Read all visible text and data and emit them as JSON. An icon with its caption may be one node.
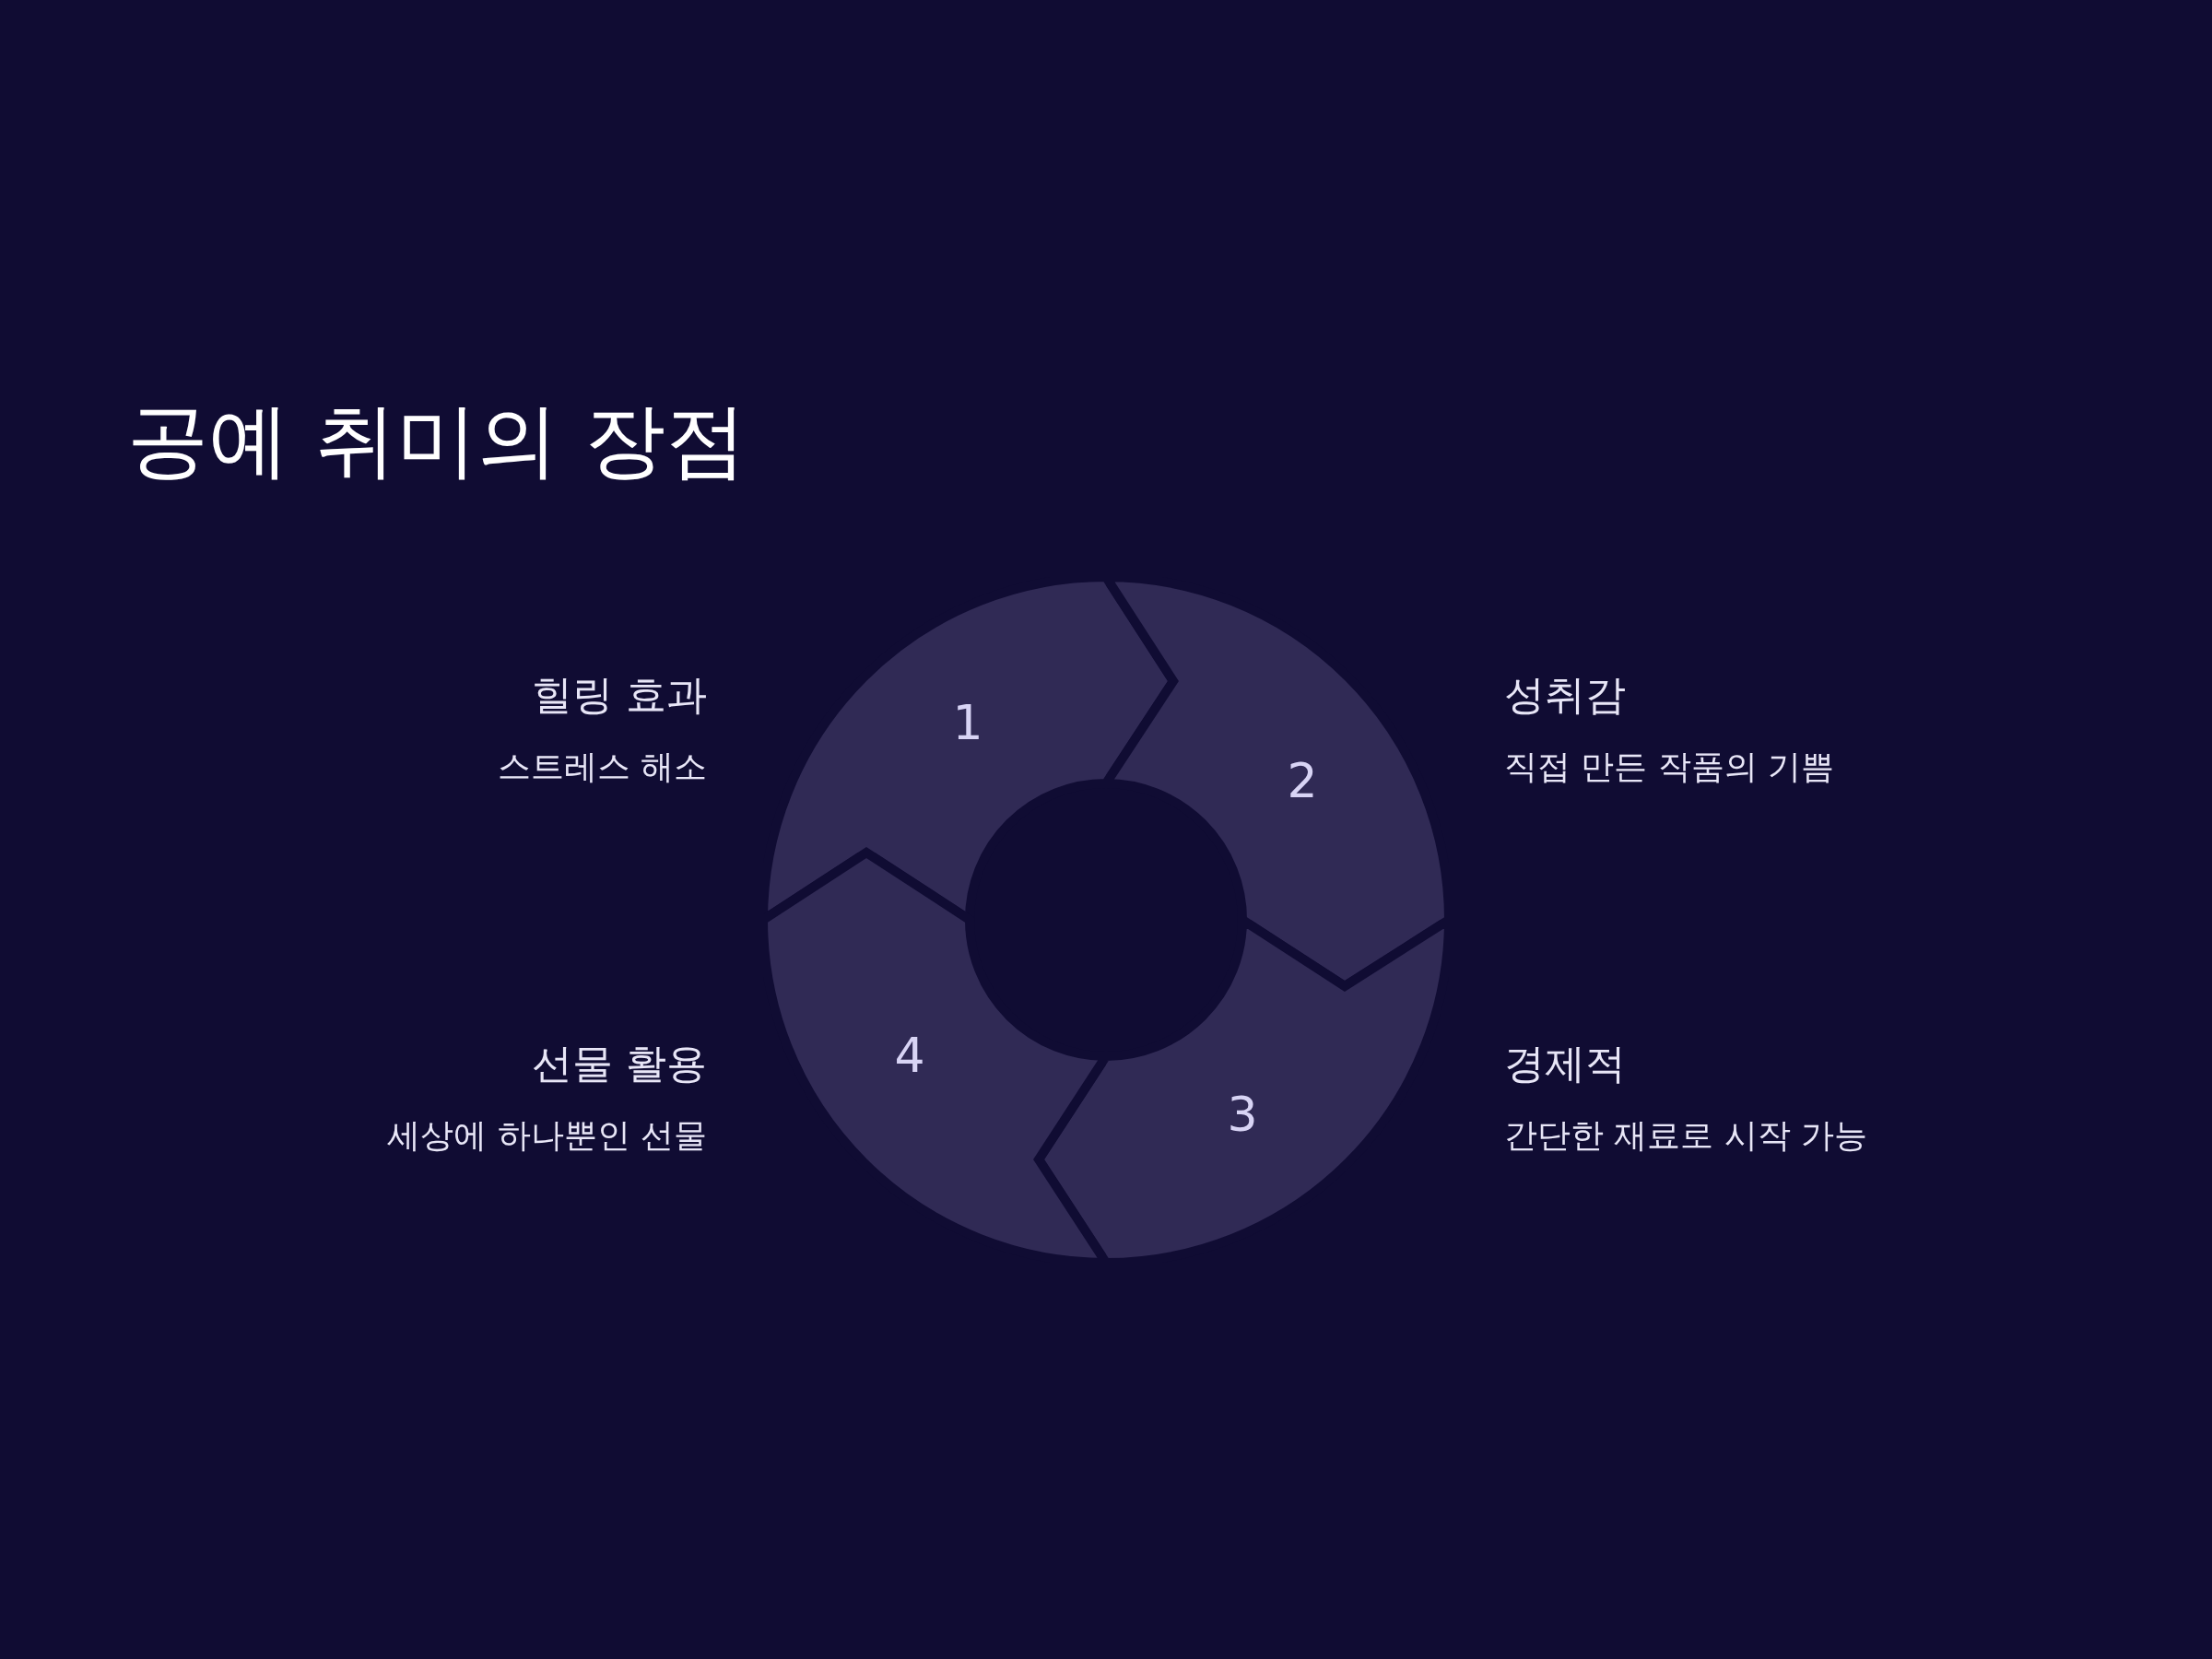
{
  "diagram": {
    "title": "공예 취미의 장점",
    "nodes": [
      {
        "text": [
          "1"
        ],
        "beside": [
          "힐링 효과",
          "스트레스 해소"
        ]
      },
      {
        "text": [
          "2"
        ],
        "beside": [
          "성취감",
          "직접 만든 작품의 기쁨"
        ]
      },
      {
        "text": [
          "3"
        ],
        "beside": [
          "경제적",
          "간단한 재료로 시작 가능"
        ]
      },
      {
        "text": [
          "4"
        ],
        "beside": [
          "선물 활용",
          "세상에 하나뿐인 선물"
        ]
      }
    ],
    "edges": []
  }
}
